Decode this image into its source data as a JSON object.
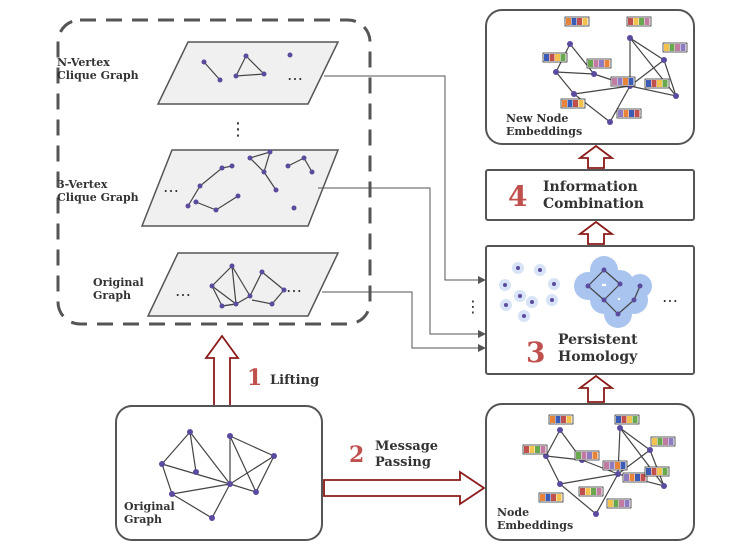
{
  "colors": {
    "node": "#5b4a9e",
    "arrow": "#8b1a1a",
    "step_number": "#c0504d",
    "halo": "#a9c4ee",
    "embedding_palette": [
      "#e8833a",
      "#3c5bb5",
      "#c0504d",
      "#f2c14e",
      "#6aa84f",
      "#c27ba0",
      "#8e7cc3"
    ]
  },
  "lifted": {
    "n_vertex_label_1": "N-Vertex",
    "n_vertex_label_2": "Clique Graph",
    "three_vertex_label_1": "3-Vertex",
    "three_vertex_label_2": "Clique Graph",
    "original_label_1": "Original",
    "original_label_2": "Graph",
    "ellipsis": "…",
    "vertical_ellipsis": "⋮"
  },
  "steps": {
    "lifting": {
      "number": "1",
      "label": "Lifting"
    },
    "message_passing": {
      "number": "2",
      "label_1": "Message",
      "label_2": "Passing"
    },
    "persistent_homology": {
      "number": "3",
      "label_1": "Persistent",
      "label_2": "Homology"
    },
    "information_combination": {
      "number": "4",
      "label_1": "Information",
      "label_2": "Combination"
    }
  },
  "input_graph": {
    "label_1": "Original",
    "label_2": "Graph"
  },
  "node_embeddings": {
    "label_1": "Node",
    "label_2": "Embeddings"
  },
  "new_node_embeddings": {
    "label_1": "New Node",
    "label_2": "Embeddings"
  },
  "ph_panel": {
    "ellipsis": "…",
    "vertical_ellipsis": "⋮"
  }
}
